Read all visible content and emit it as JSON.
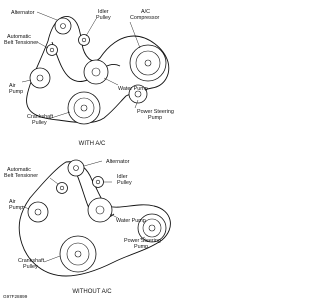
{
  "with_ac": {
    "labels": {
      "alternator": "Alternator",
      "idler_pulley": [
        "Idler",
        "Pulley"
      ],
      "ac_compressor": [
        "A/C",
        "Compressor"
      ],
      "belt_tensioner": [
        "Automatic",
        "Belt Tensioner"
      ],
      "air_pump": [
        "Air",
        "Pump"
      ],
      "water_pump": "Water Pump",
      "power_steering_pump": [
        "Power Steering",
        "Pump"
      ],
      "crankshaft_pulley": [
        "Crankshaft",
        "Pulley"
      ]
    },
    "caption": "WITH A/C"
  },
  "without_ac": {
    "labels": {
      "alternator": "Alternator",
      "belt_tensioner": [
        "Automatic",
        "Belt Tensioner"
      ],
      "idler_pulley": [
        "Idler",
        "Pulley"
      ],
      "air_pump": [
        "Air",
        "Pump"
      ],
      "water_pump": "Water Pump",
      "power_steering_pump": [
        "Power Steering",
        "Pump"
      ],
      "crankshaft_pulley": [
        "Crankshaft",
        "Pulley"
      ]
    },
    "caption": "WITHOUT A/C"
  },
  "figure_code": "G97F28899"
}
